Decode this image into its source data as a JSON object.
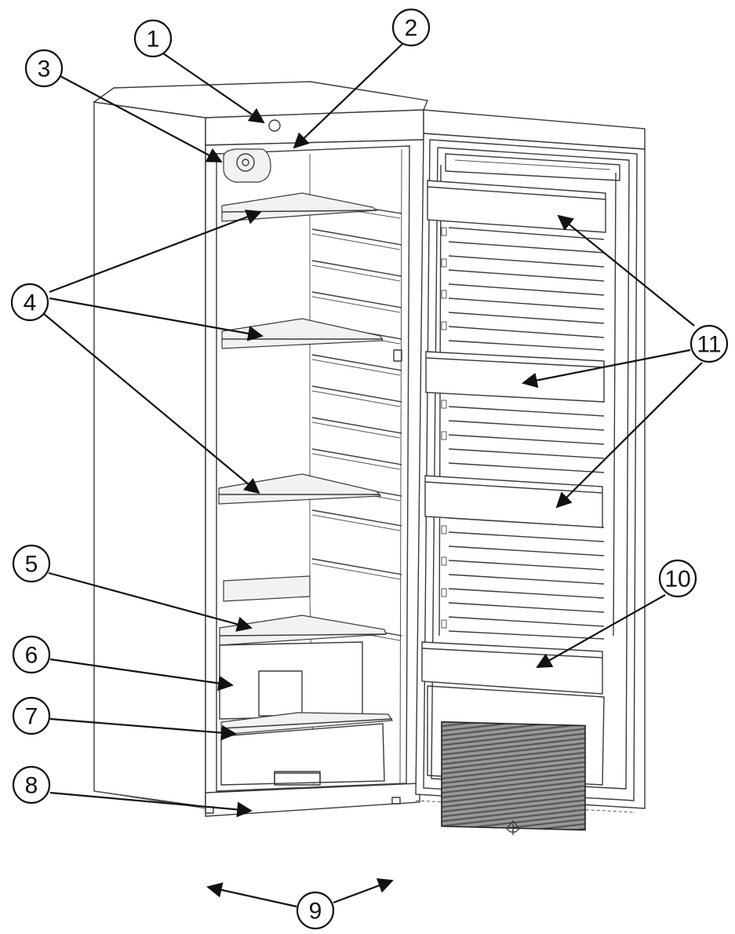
{
  "callouts": [
    {
      "id": "1",
      "label": "1"
    },
    {
      "id": "2",
      "label": "2"
    },
    {
      "id": "3",
      "label": "3"
    },
    {
      "id": "4",
      "label": "4"
    },
    {
      "id": "5",
      "label": "5"
    },
    {
      "id": "6",
      "label": "6"
    },
    {
      "id": "7",
      "label": "7"
    },
    {
      "id": "8",
      "label": "8"
    },
    {
      "id": "9",
      "label": "9"
    },
    {
      "id": "10",
      "label": "10"
    },
    {
      "id": "11",
      "label": "11"
    }
  ],
  "colors": {
    "line": "#3a3a3a",
    "arrow": "#111111",
    "background": "#ffffff",
    "vent_grille": "#777777"
  }
}
